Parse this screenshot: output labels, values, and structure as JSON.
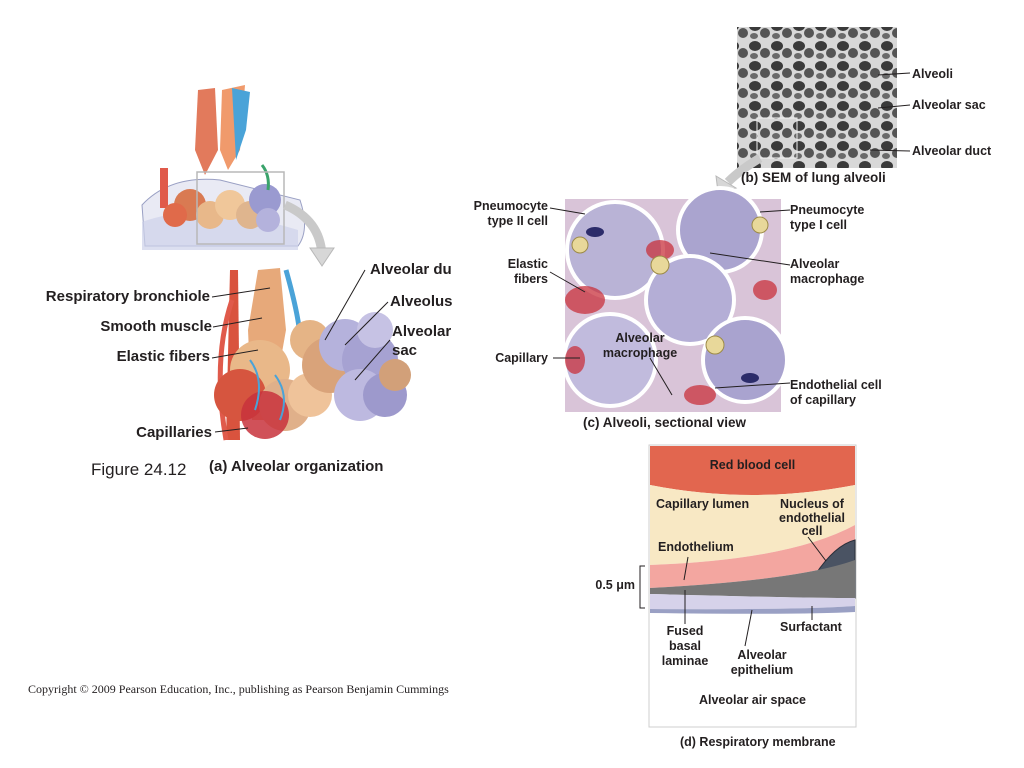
{
  "figure_title": "Figure 24.12",
  "copyright": "Copyright © 2009 Pearson Education, Inc., publishing as Pearson Benjamin Cummings",
  "panel_a": {
    "caption": "(a) Alveolar organization",
    "labels": {
      "respiratory_bronchiole": "Respiratory bronchiole",
      "smooth_muscle": "Smooth muscle",
      "elastic_fibers": "Elastic fibers",
      "capillaries": "Capillaries",
      "alveolar_duct": "Alveolar du",
      "alveolus": "Alveolus",
      "alveolar_sac_1": "Alveolar",
      "alveolar_sac_2": "sac"
    }
  },
  "panel_b": {
    "caption": "(b) SEM of lung alveoli",
    "labels": {
      "alveoli": "Alveoli",
      "alveolar_sac": "Alveolar sac",
      "alveolar_duct": "Alveolar duct"
    }
  },
  "panel_c": {
    "caption": "(c) Alveoli, sectional view",
    "labels": {
      "pneumocyte2_1": "Pneumocyte",
      "pneumocyte2_2": "type II cell",
      "elastic_1": "Elastic",
      "elastic_2": "fibers",
      "capillary": "Capillary",
      "pneumocyte1_1": "Pneumocyte",
      "pneumocyte1_2": "type I cell",
      "macrophage_r1": "Alveolar",
      "macrophage_r2": "macrophage",
      "macrophage_c1": "Alveolar",
      "macrophage_c2": "macrophage",
      "endothelial_1": "Endothelial cell",
      "endothelial_2": "of capillary"
    }
  },
  "panel_d": {
    "caption": "(d) Respiratory membrane",
    "labels": {
      "red_blood_cell": "Red blood cell",
      "capillary_lumen": "Capillary lumen",
      "nucleus_1": "Nucleus of",
      "nucleus_2": "endothelial",
      "nucleus_3": "cell",
      "endothelium": "Endothelium",
      "scale": "0.5 μm",
      "fused_1": "Fused",
      "fused_2": "basal",
      "fused_3": "laminae",
      "alv_epi_1": "Alveolar",
      "alv_epi_2": "epithelium",
      "surfactant": "Surfactant",
      "air_space": "Alveolar air space"
    }
  },
  "colors": {
    "text": "#231f20",
    "membrane_pink": "#f3a6a0",
    "alveolar_purple": "#b9b3d6",
    "capillary_red": "#c8323c",
    "airway_blue": "#4aa3d8"
  }
}
